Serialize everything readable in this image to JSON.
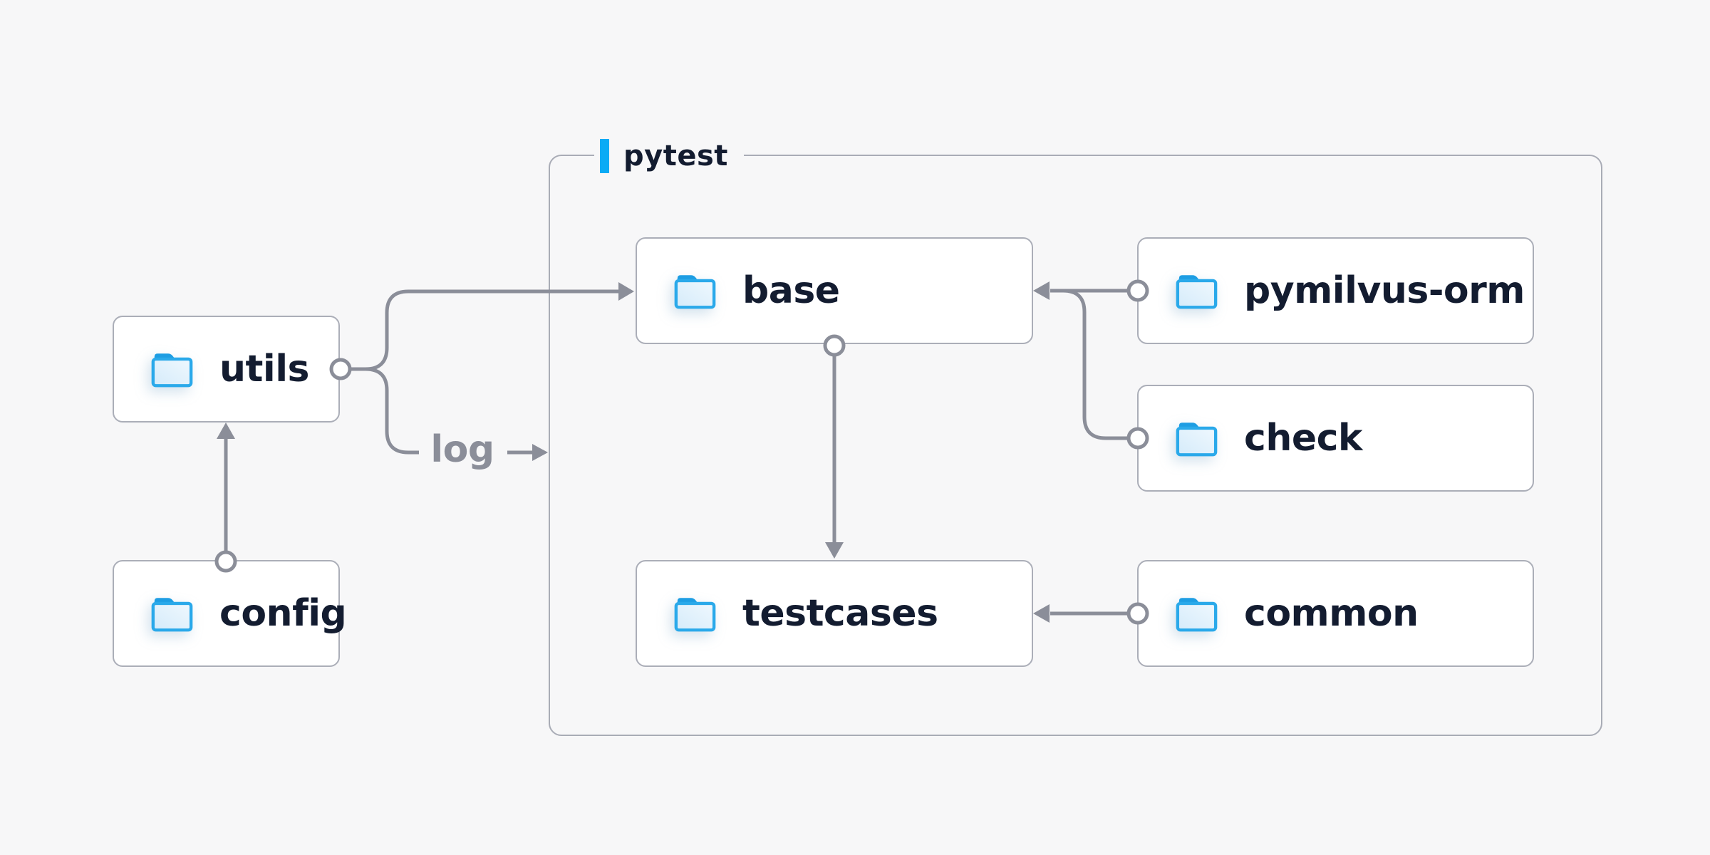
{
  "diagram": {
    "group": {
      "label": "pytest"
    },
    "nodes": [
      {
        "id": "utils",
        "label": "utils",
        "icon": "folder-icon"
      },
      {
        "id": "config",
        "label": "config",
        "icon": "folder-icon"
      },
      {
        "id": "base",
        "label": "base",
        "icon": "folder-icon"
      },
      {
        "id": "testcases",
        "label": "testcases",
        "icon": "folder-icon"
      },
      {
        "id": "pymilvus-orm",
        "label": "pymilvus-orm",
        "icon": "folder-icon"
      },
      {
        "id": "check",
        "label": "check",
        "icon": "folder-icon"
      },
      {
        "id": "common",
        "label": "common",
        "icon": "folder-icon"
      }
    ],
    "edges": [
      {
        "from": "config",
        "to": "utils",
        "label": ""
      },
      {
        "from": "utils",
        "to": "base",
        "label": ""
      },
      {
        "from": "utils",
        "to": "pytest-group",
        "label": "log"
      },
      {
        "from": "pymilvus-orm",
        "to": "base",
        "label": ""
      },
      {
        "from": "check",
        "to": "base",
        "label": ""
      },
      {
        "from": "base",
        "to": "testcases",
        "label": ""
      },
      {
        "from": "common",
        "to": "testcases",
        "label": ""
      }
    ],
    "edge_label": {
      "log": "log"
    },
    "colors": {
      "background": "#f7f7f8",
      "node_bg": "#ffffff",
      "node_border": "#abaeb8",
      "group_border": "#a9acb6",
      "connector": "#8b8e99",
      "label_text": "#131c30",
      "edge_label_text": "#8b8e99",
      "accent_bar": "#0babf5",
      "folder_stroke": "#2aa9ea",
      "folder_tab": "#1d9de3",
      "folder_fill_light": "#eff8fe",
      "folder_fill_dark": "#d5ebfa"
    }
  }
}
